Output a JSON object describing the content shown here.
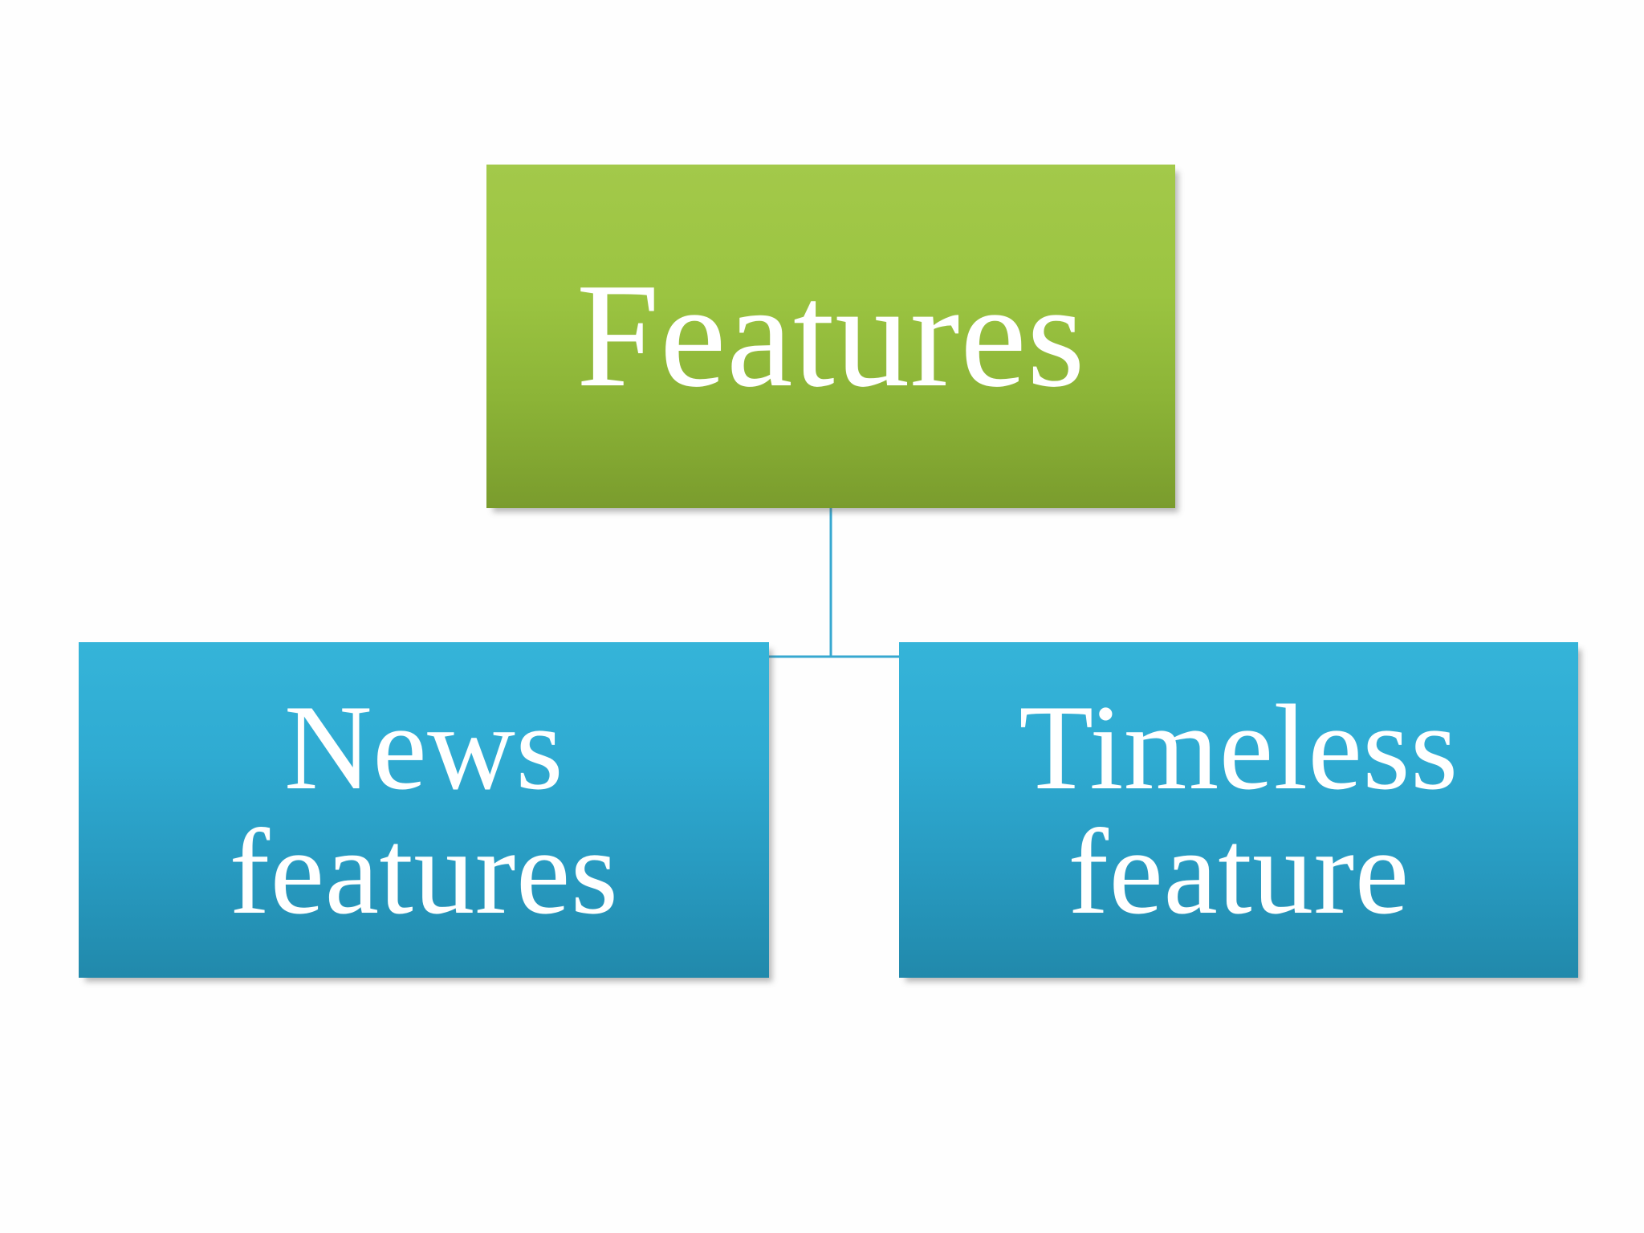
{
  "diagram": {
    "type": "hierarchy",
    "background_color": "#ffffff",
    "title_node": {
      "id": "root",
      "label": "Features",
      "shape": "rectangle",
      "fill_top": "#a3c94a",
      "fill_bottom": "#7a9c2d",
      "text_color": "#ffffff"
    },
    "children": [
      {
        "id": "news",
        "label": "News features",
        "line1": "News",
        "line2": "features",
        "shape": "rectangle",
        "fill_top": "#35b4d9",
        "fill_bottom": "#2189ab",
        "text_color": "#ffffff"
      },
      {
        "id": "timeless",
        "label": "Timeless feature",
        "line1": "Timeless",
        "line2": "feature",
        "shape": "rectangle",
        "fill_top": "#35b4d9",
        "fill_bottom": "#2189ab",
        "text_color": "#ffffff"
      }
    ],
    "connectors": {
      "color": "#37a8d0",
      "stroke_width": 3,
      "style": "elbow",
      "count": 2
    }
  }
}
